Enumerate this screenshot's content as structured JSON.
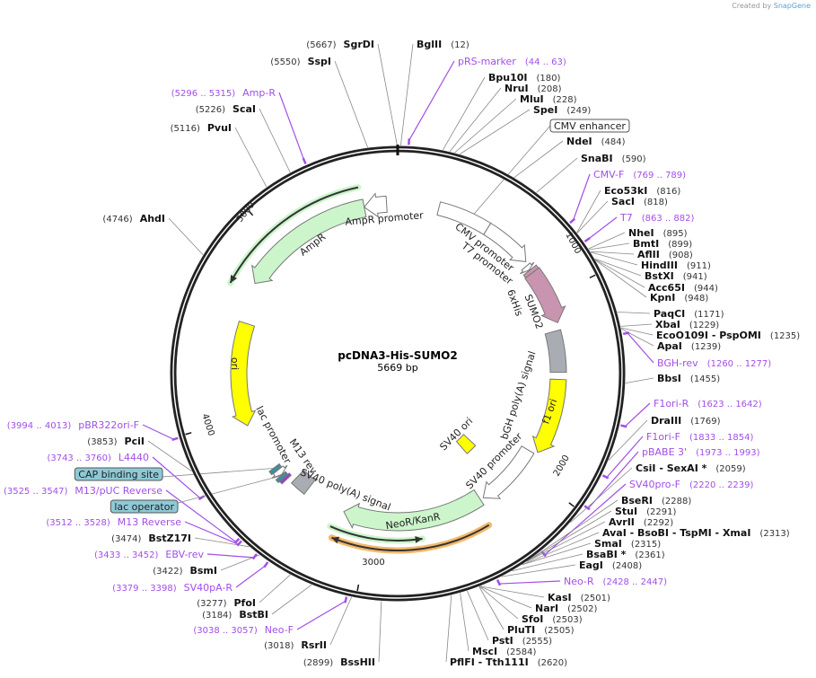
{
  "credit": {
    "prefix": "Created by",
    "brand": "SnapGene"
  },
  "plasmid": {
    "name": "pcDNA3-His-SUMO2",
    "length": "5669 bp",
    "total_bp": 5669
  },
  "ticks": [
    "1000",
    "2000",
    "3000",
    "4000",
    "5000"
  ],
  "colors": {
    "primer": "#a24ee8",
    "ring": "#222222",
    "amp_green": "#ccf5cc",
    "ori_yellow": "#ffff00",
    "sumo": "#c994b0",
    "polyA_gray": "#a9adb3",
    "orf_line": "#2f5a2f",
    "orange": "#f3b86b",
    "teal": "#3d8ea3"
  },
  "sites": [
    {
      "name": "BglII",
      "pos": "12",
      "kind": "enzyme",
      "bp": 12
    },
    {
      "name": "pRS-marker",
      "pos": "44 .. 63",
      "kind": "primer",
      "bp": 44
    },
    {
      "name": "Bpu10I",
      "pos": "180",
      "kind": "enzyme",
      "bp": 180
    },
    {
      "name": "NruI",
      "pos": "208",
      "kind": "enzyme",
      "bp": 208
    },
    {
      "name": "MluI",
      "pos": "228",
      "kind": "enzyme",
      "bp": 228
    },
    {
      "name": "SpeI",
      "pos": "249",
      "kind": "enzyme",
      "bp": 249
    },
    {
      "name": "NdeI",
      "pos": "484",
      "kind": "enzyme",
      "bp": 484
    },
    {
      "name": "SnaBI",
      "pos": "590",
      "kind": "enzyme",
      "bp": 590
    },
    {
      "name": "CMV-F",
      "pos": "769 .. 789",
      "kind": "primer",
      "bp": 769
    },
    {
      "name": "Eco53kI",
      "pos": "816",
      "kind": "enzyme",
      "bp": 816
    },
    {
      "name": "SacI",
      "pos": "818",
      "kind": "enzyme",
      "bp": 818
    },
    {
      "name": "T7",
      "pos": "863 .. 882",
      "kind": "primer",
      "bp": 863
    },
    {
      "name": "NheI",
      "pos": "895",
      "kind": "enzyme",
      "bp": 895
    },
    {
      "name": "BmtI",
      "pos": "899",
      "kind": "enzyme",
      "bp": 899
    },
    {
      "name": "AflII",
      "pos": "908",
      "kind": "enzyme",
      "bp": 908
    },
    {
      "name": "HindIII",
      "pos": "911",
      "kind": "enzyme",
      "bp": 911
    },
    {
      "name": "BstXI",
      "pos": "941",
      "kind": "enzyme",
      "bp": 941
    },
    {
      "name": "Acc65I",
      "pos": "944",
      "kind": "enzyme",
      "bp": 944
    },
    {
      "name": "KpnI",
      "pos": "948",
      "kind": "enzyme",
      "bp": 948
    },
    {
      "name": "PaqCI",
      "pos": "1171",
      "kind": "enzyme",
      "bp": 1171
    },
    {
      "name": "XbaI",
      "pos": "1229",
      "kind": "enzyme",
      "bp": 1229
    },
    {
      "name": "EcoO109I - PspOMI",
      "pos": "1235",
      "kind": "enzyme",
      "bp": 1235
    },
    {
      "name": "ApaI",
      "pos": "1239",
      "kind": "enzyme",
      "bp": 1239
    },
    {
      "name": "BGH-rev",
      "pos": "1260 .. 1277",
      "kind": "primer",
      "bp": 1260
    },
    {
      "name": "BbsI",
      "pos": "1455",
      "kind": "enzyme",
      "bp": 1455
    },
    {
      "name": "F1ori-R",
      "pos": "1623 .. 1642",
      "kind": "primer",
      "bp": 1623
    },
    {
      "name": "DraIII",
      "pos": "1769",
      "kind": "enzyme",
      "bp": 1769
    },
    {
      "name": "F1ori-F",
      "pos": "1833 .. 1854",
      "kind": "primer",
      "bp": 1833
    },
    {
      "name": "pBABE 3'",
      "pos": "1973 .. 1993",
      "kind": "primer",
      "bp": 1973
    },
    {
      "name": "CsiI - SexAI *",
      "pos": "2059",
      "kind": "enzyme",
      "bp": 2059
    },
    {
      "name": "SV40pro-F",
      "pos": "2220 .. 2239",
      "kind": "primer",
      "bp": 2220
    },
    {
      "name": "BseRI",
      "pos": "2288",
      "kind": "enzyme",
      "bp": 2288
    },
    {
      "name": "StuI",
      "pos": "2291",
      "kind": "enzyme",
      "bp": 2291
    },
    {
      "name": "AvrII",
      "pos": "2292",
      "kind": "enzyme",
      "bp": 2292
    },
    {
      "name": "AvaI - BsoBI - TspMI - XmaI",
      "pos": "2313",
      "kind": "enzyme",
      "bp": 2313
    },
    {
      "name": "SmaI",
      "pos": "2315",
      "kind": "enzyme",
      "bp": 2315
    },
    {
      "name": "BsaBI *",
      "pos": "2361",
      "kind": "enzyme",
      "bp": 2361
    },
    {
      "name": "EagI",
      "pos": "2408",
      "kind": "enzyme",
      "bp": 2408
    },
    {
      "name": "Neo-R",
      "pos": "2428 .. 2447",
      "kind": "primer",
      "bp": 2428
    },
    {
      "name": "KasI",
      "pos": "2501",
      "kind": "enzyme",
      "bp": 2501
    },
    {
      "name": "NarI",
      "pos": "2502",
      "kind": "enzyme",
      "bp": 2502
    },
    {
      "name": "SfoI",
      "pos": "2503",
      "kind": "enzyme",
      "bp": 2503
    },
    {
      "name": "PluTI",
      "pos": "2505",
      "kind": "enzyme",
      "bp": 2505
    },
    {
      "name": "PstI",
      "pos": "2555",
      "kind": "enzyme",
      "bp": 2555
    },
    {
      "name": "MscI",
      "pos": "2584",
      "kind": "enzyme",
      "bp": 2584
    },
    {
      "name": "PflFI - Tth111I",
      "pos": "2620",
      "kind": "enzyme",
      "bp": 2620
    },
    {
      "name": "BssHII",
      "pos": "2899",
      "kind": "enzyme",
      "bp": 2899
    },
    {
      "name": "RsrII",
      "pos": "3018",
      "kind": "enzyme",
      "bp": 3018
    },
    {
      "name": "Neo-F",
      "pos": "3038 .. 3057",
      "kind": "primer",
      "bp": 3038
    },
    {
      "name": "BstBI",
      "pos": "3184",
      "kind": "enzyme",
      "bp": 3184
    },
    {
      "name": "PfoI",
      "pos": "3277",
      "kind": "enzyme",
      "bp": 3277
    },
    {
      "name": "SV40pA-R",
      "pos": "3379 .. 3398",
      "kind": "primer",
      "bp": 3379
    },
    {
      "name": "BsmI",
      "pos": "3422",
      "kind": "enzyme",
      "bp": 3422
    },
    {
      "name": "EBV-rev",
      "pos": "3433 .. 3452",
      "kind": "primer",
      "bp": 3433
    },
    {
      "name": "BstZ17I",
      "pos": "3474",
      "kind": "enzyme",
      "bp": 3474
    },
    {
      "name": "M13 Reverse",
      "pos": "3512 .. 3528",
      "kind": "primer",
      "bp": 3512
    },
    {
      "name": "M13/pUC Reverse",
      "pos": "3525 .. 3547",
      "kind": "primer",
      "bp": 3525
    },
    {
      "name": "L4440",
      "pos": "3743 .. 3760",
      "kind": "primer",
      "bp": 3743
    },
    {
      "name": "PciI",
      "pos": "3853",
      "kind": "enzyme",
      "bp": 3853
    },
    {
      "name": "pBR322ori-F",
      "pos": "3994 .. 4013",
      "kind": "primer",
      "bp": 3994
    },
    {
      "name": "AhdI",
      "pos": "4746",
      "kind": "enzyme",
      "bp": 4746
    },
    {
      "name": "PvuI",
      "pos": "5116",
      "kind": "enzyme",
      "bp": 5116
    },
    {
      "name": "ScaI",
      "pos": "5226",
      "kind": "enzyme",
      "bp": 5226
    },
    {
      "name": "Amp-R",
      "pos": "5296 .. 5315",
      "kind": "primer",
      "bp": 5296
    },
    {
      "name": "SspI",
      "pos": "5550",
      "kind": "enzyme",
      "bp": 5550
    },
    {
      "name": "SgrDI",
      "pos": "5667",
      "kind": "enzyme",
      "bp": 5667
    }
  ],
  "boxed_labels": [
    {
      "label": "CMV enhancer",
      "bp": 400,
      "filled": false
    },
    {
      "label": "lac operator",
      "bp": 3590,
      "filled": true
    },
    {
      "label": "CAP binding site",
      "bp": 3650,
      "filled": true
    }
  ],
  "features": [
    {
      "label": "",
      "start": 220,
      "end": 500,
      "dir": 0,
      "color": "#ffffff",
      "kind": "CMV enhancer"
    },
    {
      "label": "CMV promoter",
      "start": 500,
      "end": 770,
      "dir": 1,
      "color": "#ffffff"
    },
    {
      "label": "T7 promoter",
      "start": 790,
      "end": 815,
      "dir": 1,
      "color": "#ffffff"
    },
    {
      "label": "6xHis",
      "start": 818,
      "end": 838,
      "dir": 0,
      "color": "#c994b0"
    },
    {
      "label": "SUMO2",
      "start": 838,
      "end": 1140,
      "dir": 1,
      "color": "#c994b0"
    },
    {
      "label": "bGH poly(A) signal",
      "start": 1180,
      "end": 1410,
      "dir": 0,
      "color": "#a9adb3"
    },
    {
      "label": "f1 ori",
      "start": 1450,
      "end": 1880,
      "dir": 1,
      "color": "#ffff00"
    },
    {
      "label": "SV40 promoter",
      "start": 1895,
      "end": 2290,
      "dir": 1,
      "color": "#ffffff"
    },
    {
      "label": "SV40 ori",
      "start": 2090,
      "end": 2190,
      "dir": 0,
      "color": "#ffff00"
    },
    {
      "label": "NeoR/KanR",
      "start": 2310,
      "end": 3170,
      "dir": 1,
      "color": "#ccf5cc"
    },
    {
      "label": "SV40 poly(A) signal",
      "start": 3430,
      "end": 3530,
      "dir": 0,
      "color": "#a9adb3"
    },
    {
      "label": "M13 rev",
      "start": 3565,
      "end": 3582,
      "dir": 0,
      "color": "#9b3bd6"
    },
    {
      "label": "",
      "start": 3584,
      "end": 3604,
      "dir": 0,
      "color": "#3d8ea3",
      "kind": "lac operator"
    },
    {
      "label": "lac promoter",
      "start": 3606,
      "end": 3640,
      "dir": -1,
      "color": "#ffffff"
    },
    {
      "label": "",
      "start": 3642,
      "end": 3664,
      "dir": 0,
      "color": "#3d8ea3",
      "kind": "CAP binding site"
    },
    {
      "label": "ori",
      "start": 3950,
      "end": 4540,
      "dir": -1,
      "color": "#ffff00"
    },
    {
      "label": "AmpR",
      "start": 4760,
      "end": 5490,
      "dir": -1,
      "color": "#ccf5cc"
    },
    {
      "label": "AmpR promoter",
      "start": 5490,
      "end": 5610,
      "dir": -1,
      "color": "#ffffff"
    }
  ]
}
